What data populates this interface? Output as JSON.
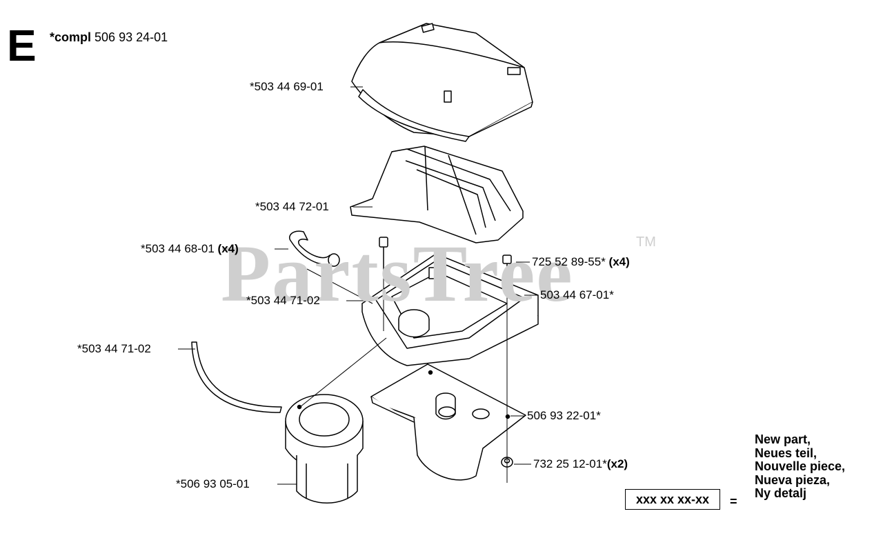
{
  "section_letter": "E",
  "compl": {
    "prefix": "*compl",
    "number": "506 93 24-01"
  },
  "watermark": {
    "text": "PartsTree",
    "tm": "TM"
  },
  "parts": [
    {
      "id": "cover",
      "number": "*503 44 69-01",
      "qty": ""
    },
    {
      "id": "filter",
      "number": "*503 44 72-01",
      "qty": ""
    },
    {
      "id": "clip",
      "number": "*503 44 68-01 ",
      "qty": "(x4)"
    },
    {
      "id": "gasket-upper",
      "number": "*503 44 71-02",
      "qty": ""
    },
    {
      "id": "seal-strip",
      "number": "*503 44 71-02",
      "qty": ""
    },
    {
      "id": "screw",
      "number": "725 52 89-55* ",
      "qty": "(x4)"
    },
    {
      "id": "filter-holder",
      "number": "503 44 67-01*",
      "qty": ""
    },
    {
      "id": "bracket",
      "number": "506 93 22-01*",
      "qty": ""
    },
    {
      "id": "nut",
      "number": "732 25 12-01*",
      "qty": "(x2)"
    },
    {
      "id": "intake-adapter",
      "number": "*506 93 05-01",
      "qty": ""
    }
  ],
  "legend": {
    "lines": [
      "New part,",
      "Neues teil,",
      "Nouvelle piece,",
      "Nueva pieza,",
      "Ny detalj"
    ],
    "part_number_format": "xxx xx xx-xx",
    "equals": "="
  }
}
